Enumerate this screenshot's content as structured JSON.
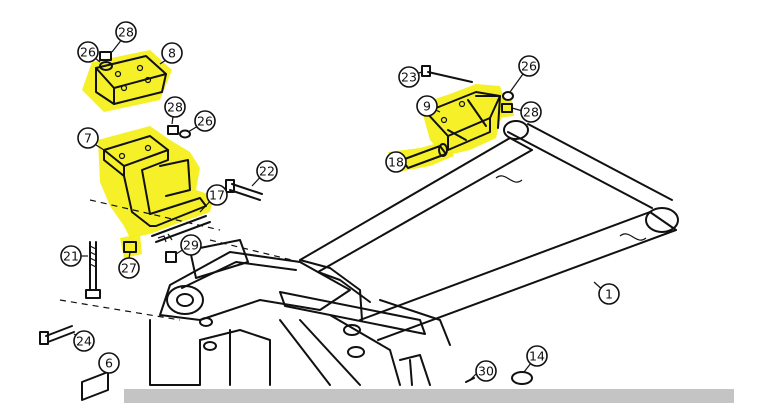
{
  "colors": {
    "highlight": "#f4ef1c",
    "ink": "#111111",
    "scrollbar": "#c4c4c4"
  },
  "callouts": {
    "p1": "1",
    "p6": "6",
    "p7": "7",
    "p8": "8",
    "p9": "9",
    "p14": "14",
    "p17": "17",
    "p18": "18",
    "p21": "21",
    "p22": "22",
    "p23": "23",
    "p24": "24",
    "p26a": "26",
    "p26b": "26",
    "p26c": "26",
    "p27": "27",
    "p28a": "28",
    "p28b": "28",
    "p28c": "28",
    "p29": "29",
    "p30": "30"
  }
}
